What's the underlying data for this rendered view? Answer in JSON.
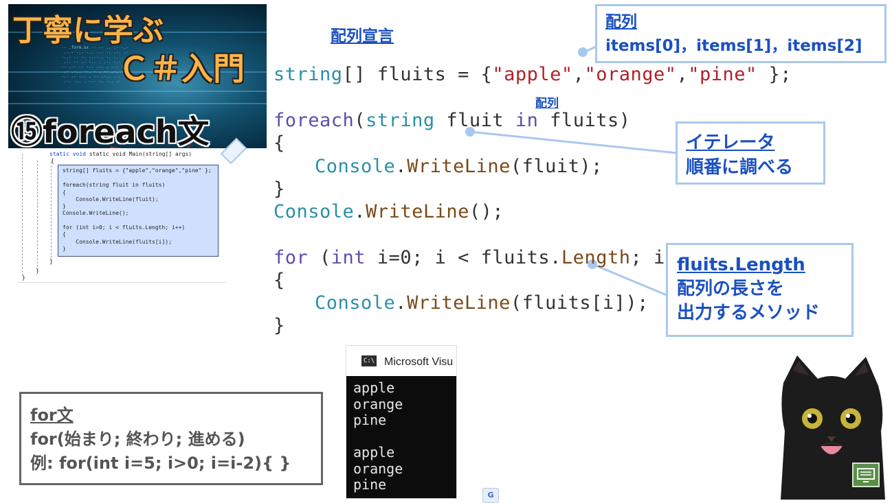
{
  "banner": {
    "line1": "丁寧に学ぶ",
    "line2": "Ｃ＃入門",
    "line3": "⑮foreach文"
  },
  "mini_ide": {
    "line_static": "static void Main(string[] args)",
    "brace_open": "{",
    "hl_lines": [
      "string[] fluits = {\"apple\",\"orange\",\"pine\" };",
      "foreach(string fluit in fluits)",
      "{",
      "    Console.WriteLine(fluit);",
      "}",
      "Console.WriteLine();",
      "for (int i=0; i < fluits.Length; i++)",
      "{",
      "    Console.WriteLine(fluits[i]);",
      "}"
    ],
    "brace_close1": "}",
    "brace_close2": "}",
    "brace_close3": "}"
  },
  "labels": {
    "array_decl": "配列宣言",
    "array_small": "配列"
  },
  "code": {
    "line1": {
      "a": "string",
      "b": "[] fluits = {",
      "c": "\"apple\"",
      "d": ",",
      "e": "\"orange\"",
      "f": ",",
      "g": "\"pine\"",
      "h": " };"
    },
    "line2": {
      "a": "foreach",
      "b": "(",
      "c": "string",
      "d": " fluit ",
      "e": "in",
      "f": " fluits)"
    },
    "line3": "{",
    "line4": {
      "a": "Console",
      "b": ".",
      "c": "WriteLine",
      "d": "(fluit);"
    },
    "line5": "}",
    "line6": {
      "a": "Console",
      "b": ".",
      "c": "WriteLine",
      "d": "();"
    },
    "line7": {
      "a": "for",
      "b": " (",
      "c": "int",
      "d": " i=0; i < fluits.",
      "e": "Length",
      "f": "; i++)"
    },
    "line8": "{",
    "line9": {
      "a": "Console",
      "b": ".",
      "c": "WriteLine",
      "d": "(fluits[i]);"
    },
    "line10": "}"
  },
  "callouts": {
    "array": {
      "title": "配列",
      "body": "items[0]，items[1]，items[2]"
    },
    "iterator": {
      "title": "イテレータ",
      "body": "順番に調べる"
    },
    "length": {
      "title": "fluits.Length",
      "body1": "配列の長さを",
      "body2": "出力するメソッド"
    }
  },
  "console": {
    "icon": "C:\\",
    "title": "Microsoft Visu",
    "output": "apple\norange\npine\n\napple\norange\npine"
  },
  "forbox": {
    "title": "for文",
    "line1": "for(始まり; 終わり; 進める)",
    "line2": "例: for(int i=5; i>0; i=i-2){ }"
  },
  "colors": {
    "link_blue": "#1a50c0",
    "callout_border": "#a9c8ee",
    "keyword": "#5a4fb0",
    "type": "#2b8fa8",
    "string": "#b0202a"
  }
}
